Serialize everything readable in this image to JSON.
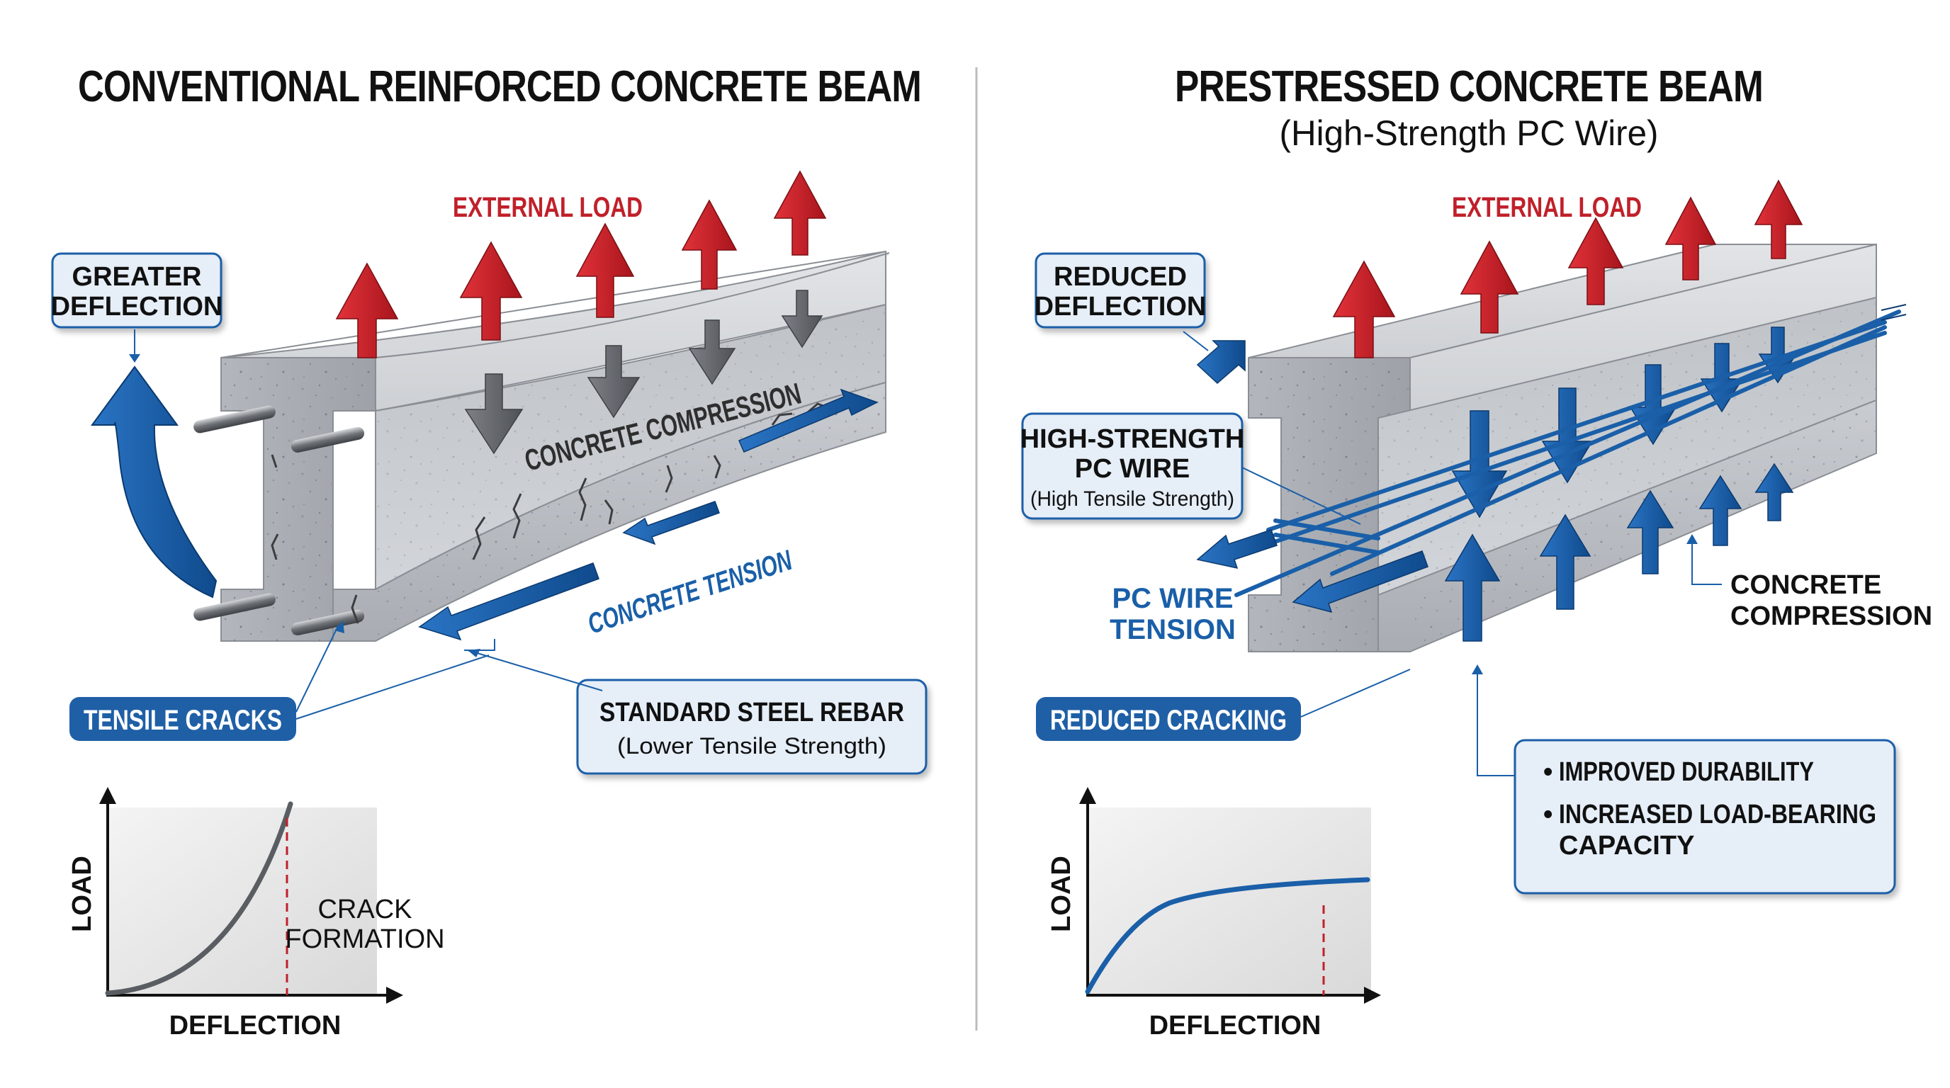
{
  "left": {
    "title": "CONVENTIONAL REINFORCED CONCRETE BEAM",
    "external_load": "EXTERNAL LOAD",
    "deflection_callout": [
      "GREATER",
      "DEFLECTION"
    ],
    "compression_label": "CONCRETE COMPRESSION",
    "tension_label": "CONCRETE TENSION",
    "cracks_pill": "TENSILE CRACKS",
    "rebar_callout": {
      "title": "STANDARD STEEL REBAR",
      "subtitle": "(Lower Tensile Strength)"
    },
    "graph": {
      "ylabel": "LOAD",
      "xlabel": "DEFLECTION",
      "annotation": [
        "CRACK",
        "FORMATION"
      ]
    }
  },
  "right": {
    "title": "PRESTRESSED CONCRETE BEAM",
    "subtitle": "(High-Strength PC Wire)",
    "external_load": "EXTERNAL LOAD",
    "deflection_callout": [
      "REDUCED",
      "DEFLECTION"
    ],
    "wire_callout": {
      "line1": "HIGH-STRENGTH",
      "line2": "PC WIRE",
      "line3": "(High Tensile Strength)"
    },
    "wire_tension": [
      "PC WIRE",
      "TENSION"
    ],
    "compression_label": [
      "CONCRETE",
      "COMPRESSION"
    ],
    "cracking_pill": "REDUCED CRACKING",
    "benefits": [
      "IMPROVED DURABILITY",
      "INCREASED LOAD-BEARING",
      "CAPACITY"
    ],
    "graph": {
      "ylabel": "LOAD",
      "xlabel": "DEFLECTION"
    }
  },
  "colors": {
    "red_arrow": "#d32027",
    "blue": "#1a5fa8",
    "pill_blue": "#1f5fa6",
    "callout_fill": "#e6eef8"
  }
}
